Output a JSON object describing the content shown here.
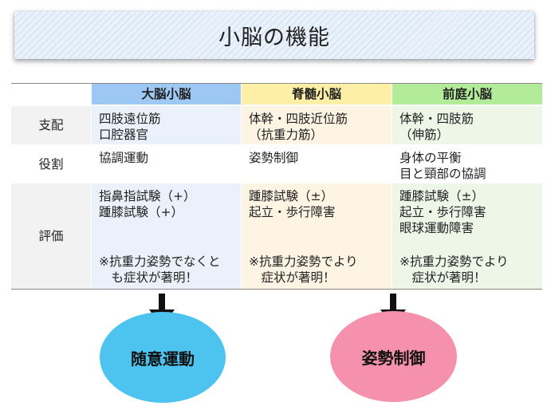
{
  "title": "小脳の機能",
  "table": {
    "headers": [
      "大脳小脳",
      "脊髄小脳",
      "前庭小脳"
    ],
    "rows": [
      {
        "label": "支配",
        "cells": [
          [
            "四肢遠位筋",
            "口腔器官"
          ],
          [
            "体幹・四肢近位筋",
            "（抗重力筋）"
          ],
          [
            "体幹・四肢筋",
            "（伸筋）"
          ]
        ]
      },
      {
        "label": "役割",
        "cells": [
          [
            "協調運動"
          ],
          [
            "姿勢制御"
          ],
          [
            "身体の平衡",
            "目と頸部の協調"
          ]
        ]
      },
      {
        "label": "評価",
        "cells": [
          [
            "指鼻指試験（+）",
            "踵膝試験（+）"
          ],
          [
            "踵膝試験（±）",
            "起立・歩行障害"
          ],
          [
            "踵膝試験（±）",
            "起立・歩行障害",
            "眼球運動障害"
          ]
        ],
        "notes": [
          [
            "※抗重力姿勢でなくと",
            "も症状が著明！"
          ],
          [
            "※抗重力姿勢でより",
            "症状が著明！"
          ],
          [
            "※抗重力姿勢でより",
            "症状が著明！"
          ]
        ]
      }
    ]
  },
  "ovals": [
    {
      "label": "随意運動",
      "color": "#4dc3f0"
    },
    {
      "label": "姿勢制御",
      "color": "#f590ad"
    }
  ],
  "colors": {
    "header_col1": "#9ec8f4",
    "header_col2": "#fdf0a6",
    "header_col3": "#b3ec99"
  },
  "icons": [
    "arrow-down-icon",
    "arrow-down-icon"
  ]
}
